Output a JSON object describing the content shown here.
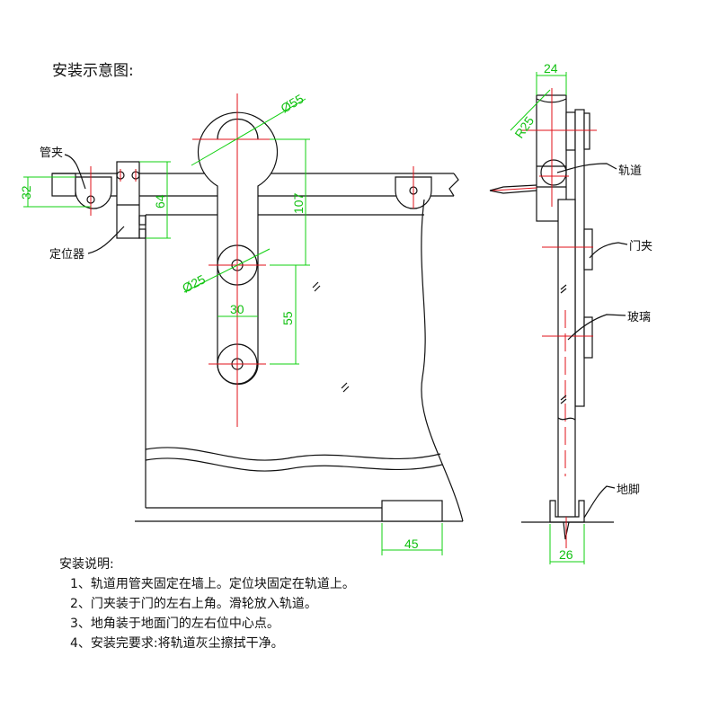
{
  "title": "安装示意图:",
  "labels": {
    "pipe_clamp": "管夹",
    "locator": "定位器",
    "track": "轨道",
    "door_clamp": "门夹",
    "glass": "玻璃",
    "floor_guide": "地脚"
  },
  "dimensions": {
    "d32": "32",
    "d64": "64",
    "d107": "107",
    "d55": "55",
    "d30": "30",
    "dia55": "Ø55",
    "dia25": "Ø25",
    "d45": "45",
    "d24": "24",
    "r25": "R25",
    "d26": "26"
  },
  "instructions": {
    "heading": "安装说明:",
    "items": [
      "1、轨道用管夹固定在墙上。定位块固定在轨道上。",
      "2、门夹装于门的左右上角。滑轮放入轨道。",
      "3、地角装于地面门的左右位中心点。",
      "4、安装完要求:将轨道灰尘擦拭干净。"
    ]
  }
}
